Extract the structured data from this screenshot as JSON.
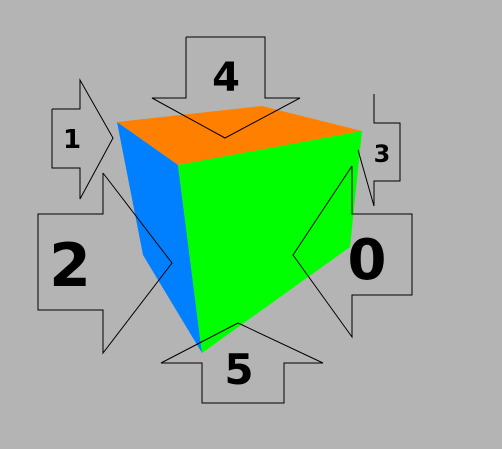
{
  "diagram": {
    "background_color": "#b4b4b4",
    "cube": {
      "faces": [
        {
          "id": "top",
          "color": "#ff8000"
        },
        {
          "id": "left",
          "color": "#0080ff"
        },
        {
          "id": "front",
          "color": "#00ff00"
        }
      ]
    },
    "arrows": [
      {
        "id": "arrow-0",
        "label": "0"
      },
      {
        "id": "arrow-1",
        "label": "1"
      },
      {
        "id": "arrow-2",
        "label": "2"
      },
      {
        "id": "arrow-3",
        "label": "3"
      },
      {
        "id": "arrow-4",
        "label": "4"
      },
      {
        "id": "arrow-5",
        "label": "5"
      }
    ]
  }
}
